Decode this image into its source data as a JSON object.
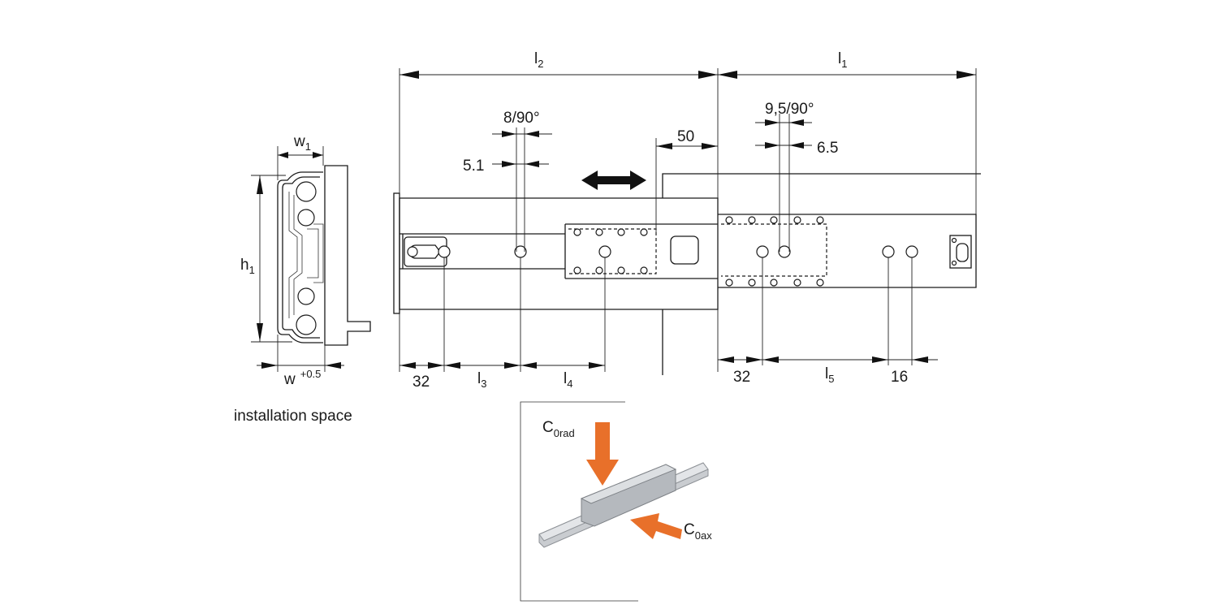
{
  "labels": {
    "l1": "l",
    "l1_sub": "1",
    "l2": "l",
    "l2_sub": "2",
    "l3": "l",
    "l3_sub": "3",
    "l4": "l",
    "l4_sub": "4",
    "l5": "l",
    "l5_sub": "5",
    "w1": "w",
    "w1_sub": "1",
    "h1": "h",
    "h1_sub": "1",
    "w": "w",
    "w_tol": "+0.5",
    "d_8_90": "8/90°",
    "d_5_1": "5.1",
    "d_50": "50",
    "d_9_5_90": "9,5/90°",
    "d_6_5": "6.5",
    "d_32_left": "32",
    "d_32_right": "32",
    "d_16": "16",
    "installation_space": "installation space",
    "c_rad": "C",
    "c_rad_sub": "0rad",
    "c_ax": "C",
    "c_ax_sub": "0ax"
  },
  "colors": {
    "line": "#1a1a1a",
    "load_arrow": "#e8702a",
    "rail_metal": "#c4c8cc"
  }
}
